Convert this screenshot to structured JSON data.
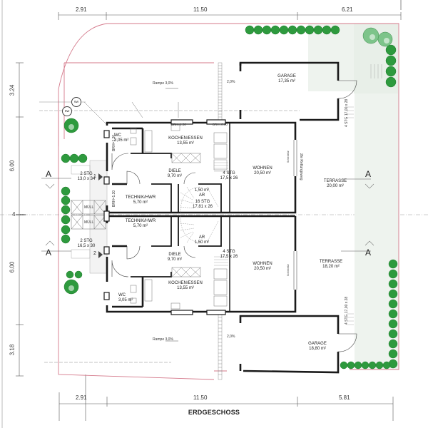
{
  "title": "ERDGESCHOSS",
  "dimensions": {
    "top": [
      "2.91",
      "11.50",
      "6.21"
    ],
    "bottom": [
      "2.91",
      "11.50",
      "5.81"
    ],
    "left": [
      "3.24",
      "6.00",
      "4",
      "6.00",
      "3.18"
    ]
  },
  "markers": {
    "sw": "SW",
    "rw": "RW",
    "section_label": "A"
  },
  "upper_unit": {
    "rampe": "Rampe 3,0%",
    "garage_slope": "2,0%",
    "garage": {
      "name": "GARAGE",
      "area": "17,35 m²"
    },
    "wc": {
      "name": "WC",
      "area": "3,05 m²"
    },
    "kochen": {
      "name": "KOCHEN/ESSEN",
      "area": "13,55 m²"
    },
    "diele": {
      "name": "DIELE",
      "area": "9,70 m²"
    },
    "technik": {
      "name": "TECHNIK/HWR",
      "area": "5,70 m²"
    },
    "ar": {
      "name": "AR",
      "area": "1,50 m²"
    },
    "wohnen": {
      "name": "WOHNEN",
      "area": "20,50 m²"
    },
    "terrasse": {
      "name": "TERRASSE",
      "area": "20,00 m²"
    },
    "brh_kitchen": "BRH=1.30",
    "brh_living": "BRH=0.90",
    "brh_wc": "BRH=1.30",
    "brh_tech": "BRH=1.30",
    "stair_entry": {
      "steps": "2 STG",
      "size": "13,0 x 34"
    },
    "stair_inner": {
      "steps": "4 STG",
      "size": "17,5 x 26"
    },
    "stair_main": {
      "steps": "16 STG",
      "size": "17,81 x 26"
    },
    "stair_terrace": {
      "steps": "4 STG",
      "size": "17,00 x 28"
    },
    "rettungsweg": "2te Rettungsweg",
    "schiebetuer": "Schiebetür",
    "entry_num": "1"
  },
  "lower_unit": {
    "rampe": "Rampe 3,0%",
    "garage_slope": "2,0%",
    "garage": {
      "name": "GARAGE",
      "area": "18,80 m²"
    },
    "wc": {
      "name": "WC",
      "area": "3,05 m²"
    },
    "kochen": {
      "name": "KOCHEN/ESSEN",
      "area": "13,55 m²"
    },
    "diele": {
      "name": "DIELE",
      "area": "9,70 m²"
    },
    "technik": {
      "name": "TECHNIK/HWR",
      "area": "5,70 m²"
    },
    "ar": {
      "name": "AR",
      "area": "1,50 m²"
    },
    "wohnen": {
      "name": "WOHNEN",
      "area": "20,50 m²"
    },
    "terrasse": {
      "name": "TERRASSE",
      "area": "18,20 m²"
    },
    "stair_entry": {
      "steps": "2 STG",
      "size": "16,5 x 30"
    },
    "stair_inner": {
      "steps": "4 STG",
      "size": "17,5 x 26"
    },
    "stair_terrace": {
      "steps": "4 STG",
      "size": "17,00 x 28"
    },
    "schiebetuer": "Schiebetür",
    "entry_num": "2"
  },
  "shared": {
    "muell_1": "MÜLL",
    "muell_2": "MÜLL"
  },
  "colors": {
    "wall": "#1a1a1a",
    "property_line": "#d4788a",
    "tree": "#2e9a3e",
    "garden": "#eef3ee",
    "dim_line": "#555555"
  }
}
